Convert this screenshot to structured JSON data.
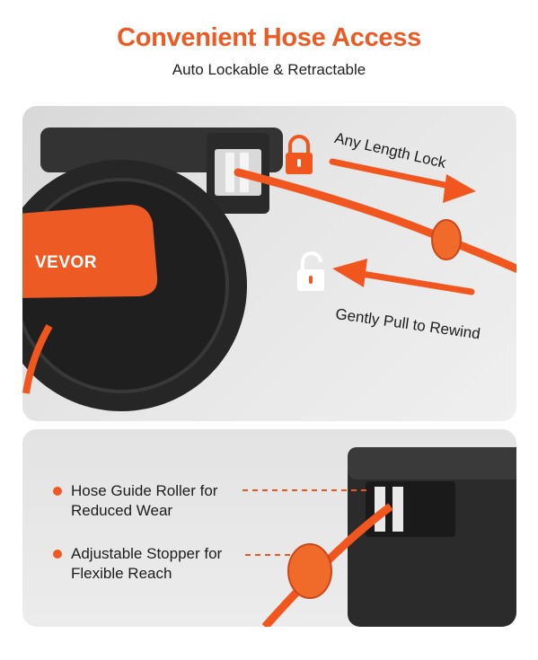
{
  "header": {
    "title": "Convenient Hose Access",
    "subtitle": "Auto Lockable & Retractable"
  },
  "top_panel": {
    "brand": "VEVOR",
    "lock_label": "Any Length Lock",
    "rewind_label": "Gently Pull to Rewind",
    "lock_icon": "lock-closed-icon",
    "unlock_icon": "lock-open-icon"
  },
  "bottom_panel": {
    "features": [
      {
        "line1": "Hose Guide Roller for",
        "line2": "Reduced Wear"
      },
      {
        "line1": "Adjustable Stopper for",
        "line2": "Flexible Reach"
      }
    ]
  },
  "colors": {
    "accent": "#ee5a24",
    "hose": "#f0561e",
    "reel_body": "#2b2b2b",
    "panel_bg": "#e4e4e4"
  }
}
